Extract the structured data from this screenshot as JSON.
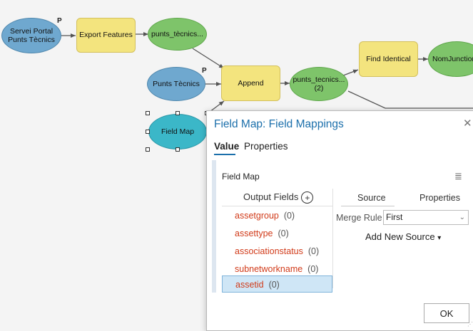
{
  "model": {
    "nodes": {
      "servei_portal": "Servei Portal Punts Tècnics",
      "export_features": "Export Features",
      "punts_tecnics_out": "punts_tècnics...",
      "punts_tecnics": "Punts Tècnics",
      "append": "Append",
      "punts_tecnics_2": "punts_tecnics... (2)",
      "find_identical": "Find Identical",
      "nomjunction": "NomJunction",
      "field_map": "Field Map"
    },
    "p_tag": "P"
  },
  "dialog": {
    "title": "Field Map: Field Mappings",
    "tabs": [
      "Value",
      "Properties"
    ],
    "field_map_label": "Field Map",
    "output_fields_label": "Output Fields",
    "fields": [
      {
        "name": "assetgroup",
        "count": "(0)"
      },
      {
        "name": "assettype",
        "count": "(0)"
      },
      {
        "name": "associationstatus",
        "count": "(0)"
      },
      {
        "name": "subnetworkname",
        "count": "(0)"
      },
      {
        "name": "assetid",
        "count": "(0)"
      }
    ],
    "source_tab": "Source",
    "properties_tab": "Properties",
    "merge_rule_label": "Merge Rule",
    "merge_rule_value": "First",
    "add_new_source": "Add New Source",
    "ok": "OK"
  }
}
